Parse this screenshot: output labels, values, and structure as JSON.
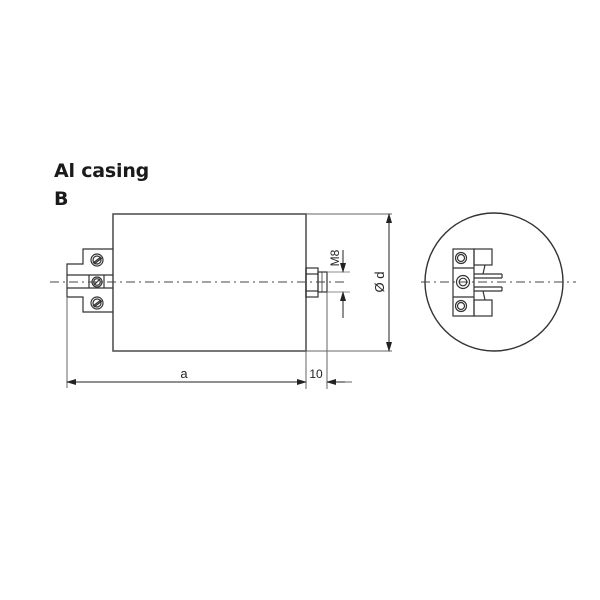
{
  "title": {
    "line1": "Al casing",
    "line2": "B"
  },
  "dimensions": {
    "length_label": "a",
    "stud_length_label": "10",
    "thread_label": "M8",
    "diameter_label": "Ø d"
  },
  "colors": {
    "line": "#555555",
    "dark_line": "#2a2a2a",
    "background": "#ffffff"
  },
  "views": [
    {
      "name": "side-view",
      "description": "Cylindrical aluminium casing, side elevation with terminal block and M8 mounting stud"
    },
    {
      "name": "end-view",
      "description": "Circular end view showing terminal block with three screws"
    }
  ]
}
